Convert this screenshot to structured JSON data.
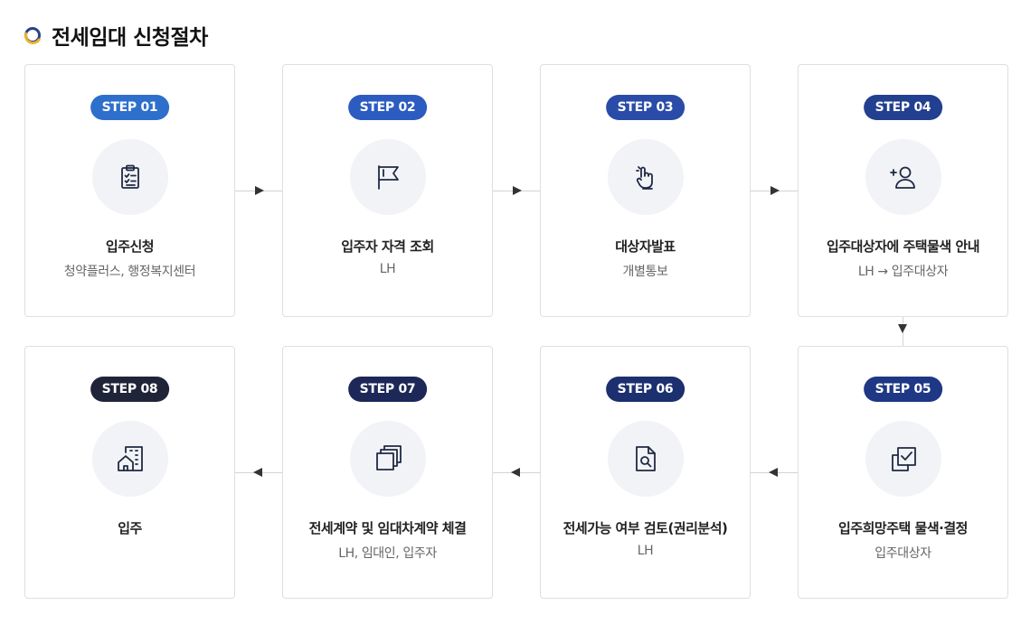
{
  "page_title": "전세임대 신청절차",
  "colors": {
    "step01": "#2e6fcc",
    "step02": "#2c5cc0",
    "step03": "#2a4ca8",
    "step04": "#233f8f",
    "step05": "#1e3886",
    "step06": "#1c2f6e",
    "step07": "#1d2858",
    "step08": "#1f2438",
    "icon_stroke": "#1f2a44"
  },
  "steps": [
    {
      "badge": "STEP 01",
      "title": "입주신청",
      "sub": "청약플러스, 행정복지센터",
      "icon": "clipboard-icon"
    },
    {
      "badge": "STEP 02",
      "title": "입주자 자격 조회",
      "sub": "LH",
      "icon": "flag-icon"
    },
    {
      "badge": "STEP 03",
      "title": "대상자발표",
      "sub": "개별통보",
      "icon": "hand-pointer-icon"
    },
    {
      "badge": "STEP 04",
      "title": "입주대상자에 주택물색 안내",
      "sub": "LH → 입주대상자",
      "icon": "add-user-icon"
    },
    {
      "badge": "STEP 05",
      "title": "입주희망주택 물색·결정",
      "sub": "입주대상자",
      "icon": "checkbox-icon"
    },
    {
      "badge": "STEP 06",
      "title": "전세가능 여부 검토(권리분석)",
      "sub": "LH",
      "icon": "document-search-icon"
    },
    {
      "badge": "STEP 07",
      "title": "전세계약 및 임대차계약 체결",
      "sub": "LH, 임대인, 입주자",
      "icon": "stacked-pages-icon"
    },
    {
      "badge": "STEP 08",
      "title": "입주",
      "sub": "",
      "icon": "building-icon"
    }
  ]
}
